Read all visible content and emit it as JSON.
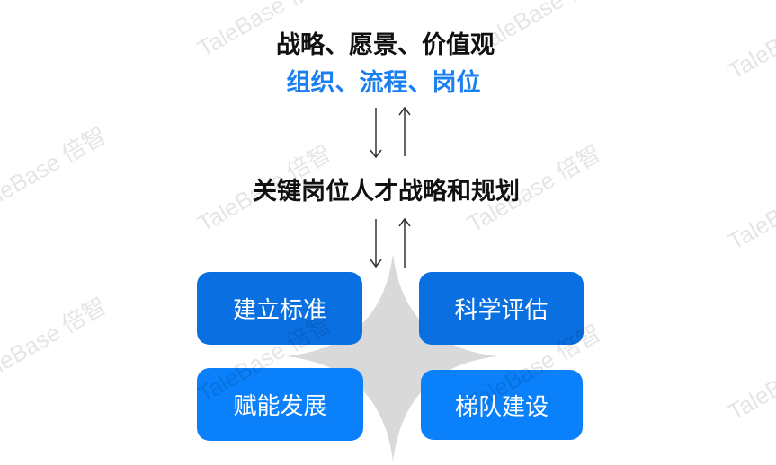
{
  "header": {
    "line1": "战略、愿景、价值观",
    "line2": "组织、流程、岗位"
  },
  "middle": {
    "title": "关键岗位人才战略和规划"
  },
  "boxes": [
    {
      "label": "建立标准"
    },
    {
      "label": "科学评估"
    },
    {
      "label": "赋能发展"
    },
    {
      "label": "梯队建设"
    }
  ],
  "watermark": "TaleBase 倍智",
  "colors": {
    "blue_text": "#1a7ff0",
    "box_top": "#0a6fe0",
    "box_bottom": "#0a80fa",
    "star": "#d9d9d9"
  }
}
